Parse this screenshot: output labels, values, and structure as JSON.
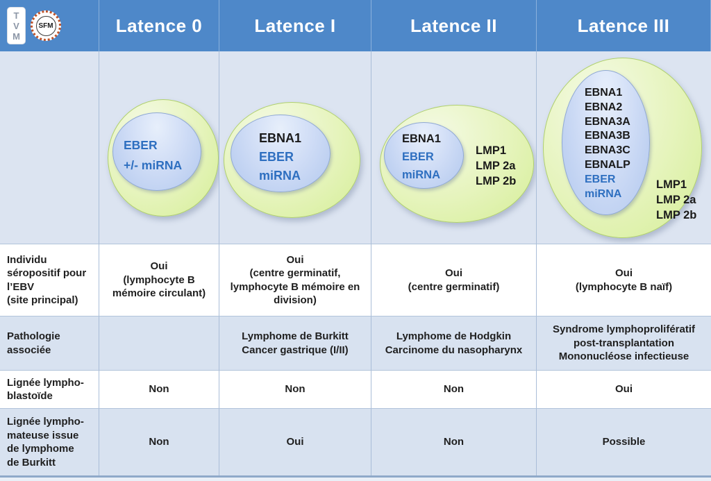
{
  "colors": {
    "header_blue": "#4e88c9",
    "row_alt_blue": "#d8e2f0",
    "diagram_bg": "#dce4f1",
    "green_ellipse": "#d5ee97",
    "blue_ellipse": "#b2c8ee",
    "gene_blue_text": "#2e6fc0",
    "sfm_ring_orange": "#c0542a"
  },
  "logos": {
    "tvm": "T\nV\nM",
    "sfm": "SFM"
  },
  "header": {
    "columns": [
      "Latence 0",
      "Latence I",
      "Latence II",
      "Latence III"
    ]
  },
  "diagrams": [
    {
      "inner_blue": "EBER\n+/- miRNA"
    },
    {
      "inner_black": "EBNA1",
      "inner_blue": "EBER\nmiRNA"
    },
    {
      "inner_black": "EBNA1",
      "inner_blue": "EBER\nmiRNA",
      "outer": "LMP1\nLMP 2a\nLMP 2b"
    },
    {
      "inner_black": "EBNA1\nEBNA2\nEBNA3A\nEBNA3B\nEBNA3C\nEBNALP",
      "inner_blue": "EBER\nmiRNA",
      "outer": "LMP1\nLMP 2a\nLMP 2b"
    }
  ],
  "rows": [
    {
      "label": "Individu\nséropositif pour\nl’EBV\n(site principal)",
      "cells": [
        "Oui\n(lymphocyte B\nmémoire circulant)",
        "Oui\n(centre germinatif,\nlymphocyte B mémoire en\ndivision)",
        "Oui\n(centre germinatif)",
        "Oui\n(lymphocyte B naïf)"
      ]
    },
    {
      "label": "Pathologie\nassociée",
      "cells": [
        "",
        "Lymphome de Burkitt\nCancer gastrique (I/II)",
        "Lymphome de Hodgkin\nCarcinome du nasopharynx",
        "Syndrome lymphoprolifératif\npost-transplantation\nMononucléose infectieuse"
      ]
    },
    {
      "label": "Lignée lympho-\nblastoïde",
      "cells": [
        "Non",
        "Non",
        "Non",
        "Oui"
      ]
    },
    {
      "label": "Lignée lympho-\nmateuse issue\nde  lymphome\nde Burkitt",
      "cells": [
        "Non",
        "Oui",
        "Non",
        "Possible"
      ]
    }
  ]
}
